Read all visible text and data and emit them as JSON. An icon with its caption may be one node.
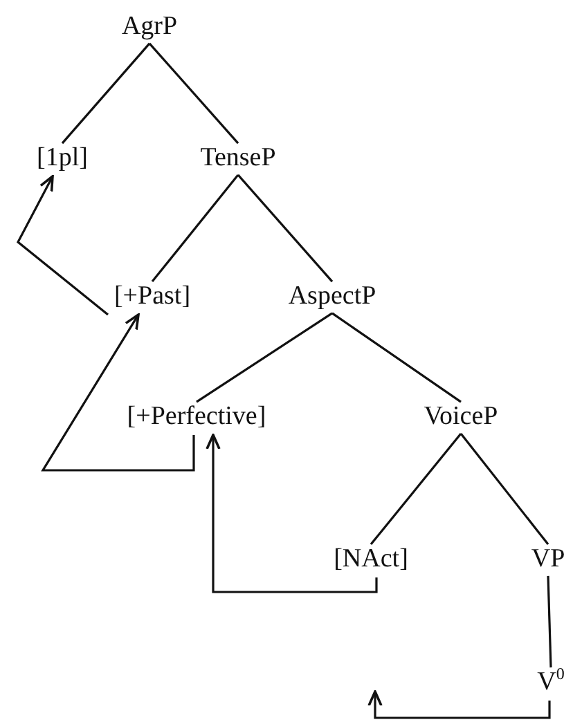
{
  "diagram": {
    "nodes": [
      {
        "text": [
          "AgrP"
        ]
      },
      {
        "text": [
          "[1pl]"
        ]
      },
      {
        "text": [
          "TenseP"
        ]
      },
      {
        "text": [
          "[+Past]"
        ]
      },
      {
        "text": [
          "AspectP"
        ]
      },
      {
        "text": [
          "[+Perfective]"
        ]
      },
      {
        "text": [
          "VoiceP"
        ]
      },
      {
        "text": [
          "[NAct]"
        ]
      },
      {
        "text": [
          "VP"
        ]
      },
      {
        "text": [
          "V$^{0}$"
        ]
      }
    ],
    "edges": [
      {
        "from": 0,
        "to": 1,
        "arrow": "none"
      },
      {
        "from": 0,
        "to": 2,
        "arrow": "none"
      },
      {
        "from": 2,
        "to": 3,
        "arrow": "none"
      },
      {
        "from": 2,
        "to": 4,
        "arrow": "none"
      },
      {
        "from": 4,
        "to": 5,
        "arrow": "none"
      },
      {
        "from": 4,
        "to": 6,
        "arrow": "none"
      },
      {
        "from": 6,
        "to": 7,
        "arrow": "none"
      },
      {
        "from": 6,
        "to": 8,
        "arrow": "none"
      },
      {
        "from": 8,
        "to": 9,
        "arrow": "none"
      },
      {
        "from": 3,
        "to": 1,
        "arrow": "to"
      },
      {
        "from": 5,
        "to": 3,
        "arrow": "to"
      },
      {
        "from": 7,
        "to": 5,
        "arrow": "to"
      },
      {
        "from": 9,
        "to": null,
        "arrow": "to"
      }
    ]
  }
}
